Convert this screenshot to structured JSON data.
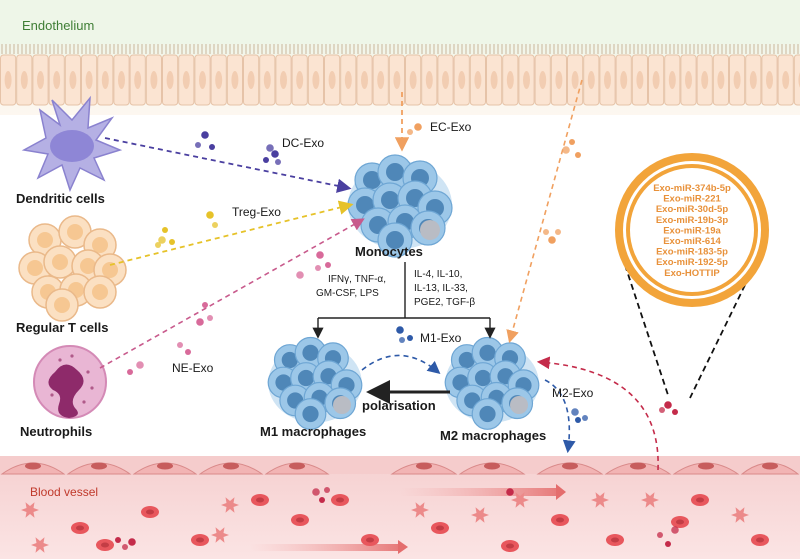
{
  "regions": {
    "endothelium": "Endothelium",
    "blood_vessel": "Blood vessel"
  },
  "cells": {
    "dendritic": "Dendritic cells",
    "treg": "Regular T cells",
    "neutrophils": "Neutrophils",
    "monocytes": "Monocytes",
    "m1": "M1 macrophages",
    "m2": "M2 macrophages"
  },
  "exosomes": {
    "dc": "DC-Exo",
    "treg": "Treg-Exo",
    "ne": "NE-Exo",
    "ec": "EC-Exo",
    "m1": "M1-Exo",
    "m2": "M2-Exo"
  },
  "stimuli": {
    "m1": [
      "IFNγ, TNF-α,",
      "GM-CSF, LPS"
    ],
    "m2": [
      "IL-4, IL-10,",
      "IL-13, IL-33,",
      "PGE2, TGF-β"
    ]
  },
  "process": "polarisation",
  "mirna_list": [
    "Exo-miR-374b-5p",
    "Exo-miR-221",
    "Exo-miR-30d-5p",
    "Exo-miR-19b-3p",
    "Exo-miR-19a",
    "Exo-miR-614",
    "Exo-miR-183-5p",
    "Exo-miR-192-5p",
    "Exo-HOTTIP"
  ],
  "colors": {
    "dc": "#4a3fa0",
    "treg": "#e6c229",
    "ne": "#d86a9a",
    "ec": "#f0a060",
    "m1": "#2e5aa8",
    "m2": "#c42b4a",
    "ring": "#f2a43a",
    "mirna_text": "#e8913a"
  }
}
